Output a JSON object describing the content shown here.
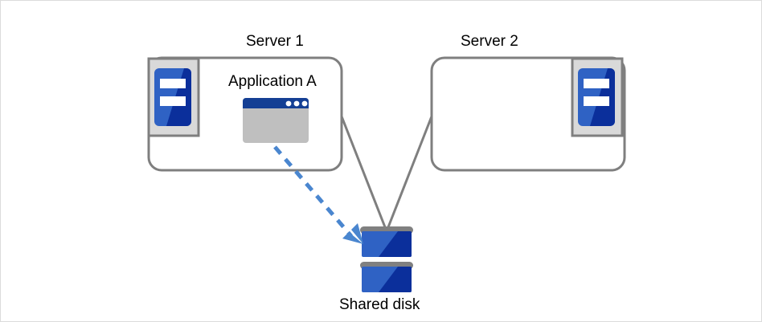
{
  "diagram": {
    "title_alt": "Cluster shared disk diagram",
    "background_color": "#ffffff",
    "border_color": "#dcdcdc"
  },
  "colors": {
    "box_border": "#7f7f7f",
    "icon_frame_fill": "#d9d9d9",
    "icon_frame_border": "#7f7f7f",
    "server_blue_light": "#2f62c4",
    "server_blue_dark": "#0b2f9b",
    "window_titlebar": "#143f94",
    "window_body": "#bfbfbf",
    "disk_band": "#808080",
    "disk_blue_light": "#2f62c4",
    "disk_blue_dark": "#0b2f9b",
    "arrow_blue": "#4a86cf",
    "connector_gray": "#7f7f7f",
    "text": "#000000"
  },
  "nodes": {
    "server1": {
      "label": "Server 1",
      "icon_name": "server-icon",
      "app": {
        "label": "Application A",
        "icon_name": "application-window-icon",
        "window_dots": 3
      }
    },
    "server2": {
      "label": "Server 2",
      "icon_name": "server-icon"
    },
    "shared_disk": {
      "label": "Shared disk",
      "icon_name": "disk-stack-icon",
      "units": 2
    }
  },
  "connections": [
    {
      "name": "server1-to-disk",
      "style": "solid",
      "color": "#7f7f7f",
      "from": "server1",
      "to": "shared_disk"
    },
    {
      "name": "server2-to-disk",
      "style": "solid",
      "color": "#7f7f7f",
      "from": "server2",
      "to": "shared_disk"
    },
    {
      "name": "application-a-to-disk",
      "style": "dashed",
      "color": "#4a86cf",
      "from": "application_a",
      "to": "shared_disk",
      "arrow": true
    }
  ]
}
